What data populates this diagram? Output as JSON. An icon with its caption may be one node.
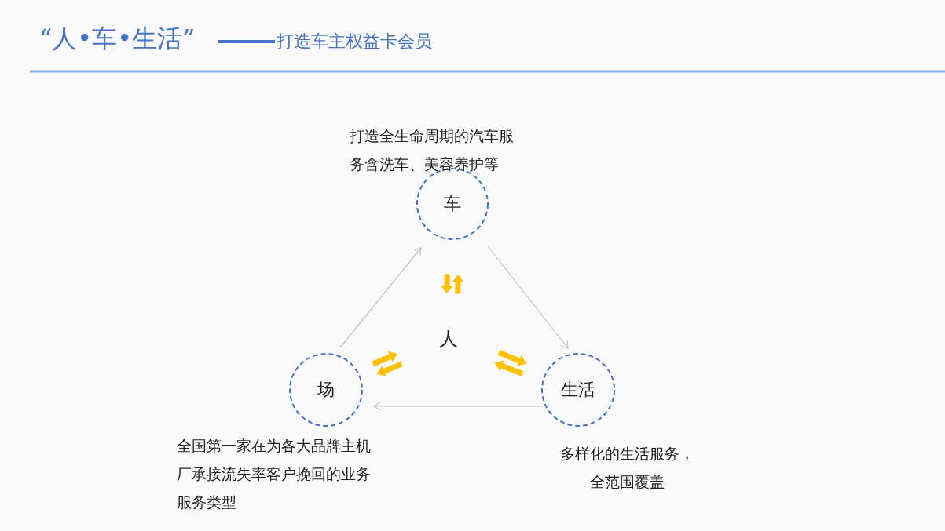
{
  "diagram": {
    "title": "“人•车•生活”",
    "nodes": [
      {
        "text": [
          "车"
        ],
        "beside": [
          "打造全生命周期的汽车服务含洗车、美容养护等"
        ]
      },
      {
        "text": [
          "生活"
        ],
        "beside": [
          "多样化的生活服务，全范围覆盖"
        ]
      },
      {
        "text": [
          "场"
        ],
        "beside": [
          "全国第一家在为各大品牌主机厂承接流失率客户挽回的业务服务类型"
        ]
      },
      {
        "text": [
          "人"
        ]
      }
    ],
    "edges": [
      {
        "from": 2,
        "to": 0,
        "arrow": "to"
      },
      {
        "from": 0,
        "to": 1,
        "arrow": "to"
      },
      {
        "from": 1,
        "to": 2,
        "arrow": "to"
      },
      {
        "from": 3,
        "to": 0,
        "arrow": "both",
        "style": "thick",
        "color": "#ffc000"
      },
      {
        "from": 3,
        "to": 2,
        "arrow": "both",
        "style": "thick",
        "color": "#ffc000"
      },
      {
        "from": 3,
        "to": 1,
        "arrow": "both",
        "style": "thick",
        "color": "#ffc000"
      }
    ],
    "labels": [
      "打造车主权益卡会员"
    ]
  }
}
